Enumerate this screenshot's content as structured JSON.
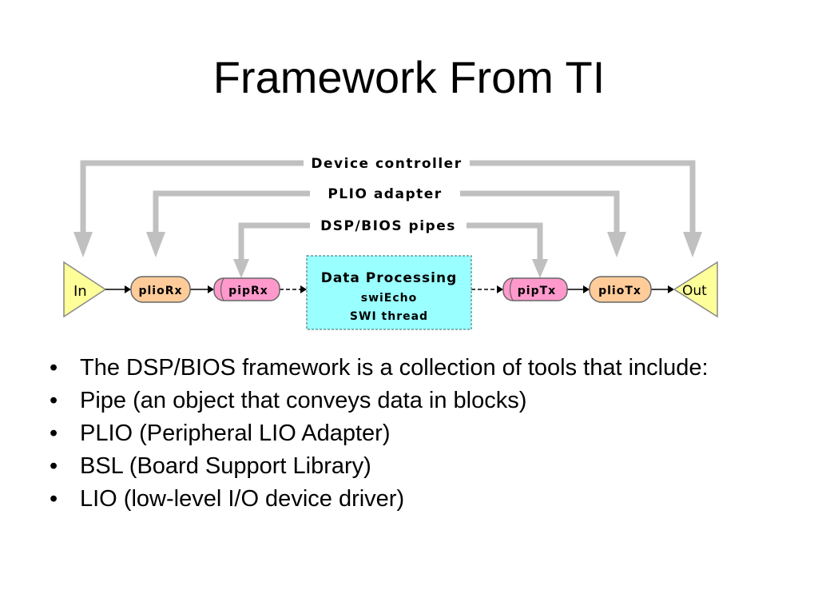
{
  "title": "Framework From TI",
  "diagram": {
    "labels": {
      "device_controller": "Device controller",
      "plio_adapter": "PLIO adapter",
      "dspbios_pipes": "DSP/BIOS pipes"
    },
    "nodes": {
      "in": "In",
      "plio_rx": "plioRx",
      "pip_rx": "pipRx",
      "data_processing_title": "Data Processing",
      "data_processing_line2": "swiEcho",
      "data_processing_line3": "SWI thread",
      "pip_tx": "pipTx",
      "plio_tx": "plioTx",
      "out": "Out"
    },
    "colors": {
      "arrow_gray": "#c0c0c0",
      "terminal_yellow": "#ffff99",
      "plio_orange": "#ffcc99",
      "pipe_pink": "#ff99cc",
      "processing_cyan": "#99ffff"
    }
  },
  "bullets": [
    "The DSP/BIOS framework is a collection of tools that include:",
    "Pipe (an object that conveys data in blocks)",
    "PLIO (Peripheral LIO Adapter)",
    "BSL (Board Support Library)",
    "LIO (low-level I/O device driver)"
  ],
  "bullet_glyph": "•"
}
